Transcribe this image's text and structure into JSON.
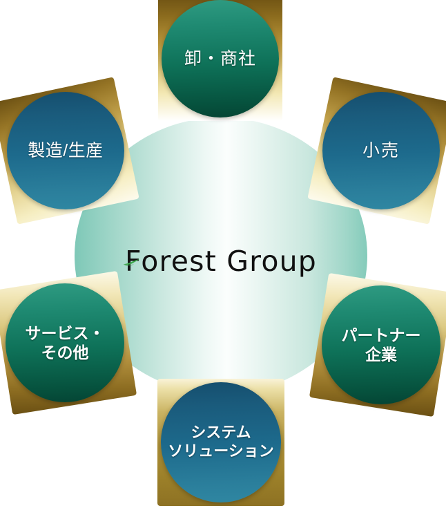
{
  "diagram": {
    "title": "Forest Group business domain circle diagram",
    "center": {
      "brand": "Forest Group",
      "leaf_icon": "leaf-icon",
      "leaf_color": "#3aa84a",
      "text_color": "#111111",
      "fill_edge_color": "#7ec8b7",
      "fill_center_color": "#fbfefd"
    },
    "ring_colors": {
      "gold_dark": "#6b5013",
      "gold_mid": "#b79542",
      "gold_light": "#f6eec2",
      "green_top": "#2f9b82",
      "green_bottom": "#044434",
      "blue_top": "#154e6e",
      "blue_bottom": "#2f87a2"
    },
    "nodes": [
      {
        "id": "wholesale",
        "label": "卸・商社",
        "position": "top",
        "disc_color": "green"
      },
      {
        "id": "manufacturing",
        "label": "製造/生産",
        "position": "top-left",
        "disc_color": "blue"
      },
      {
        "id": "retail",
        "label": "小売",
        "position": "top-right",
        "disc_color": "blue"
      },
      {
        "id": "service-other",
        "label": "サービス・\nその他",
        "position": "bottom-left",
        "disc_color": "green"
      },
      {
        "id": "partner-company",
        "label": "パートナー\n企業",
        "position": "bottom-right",
        "disc_color": "green"
      },
      {
        "id": "system-solution",
        "label": "システム\nソリューション",
        "position": "bottom",
        "disc_color": "blue"
      }
    ]
  }
}
